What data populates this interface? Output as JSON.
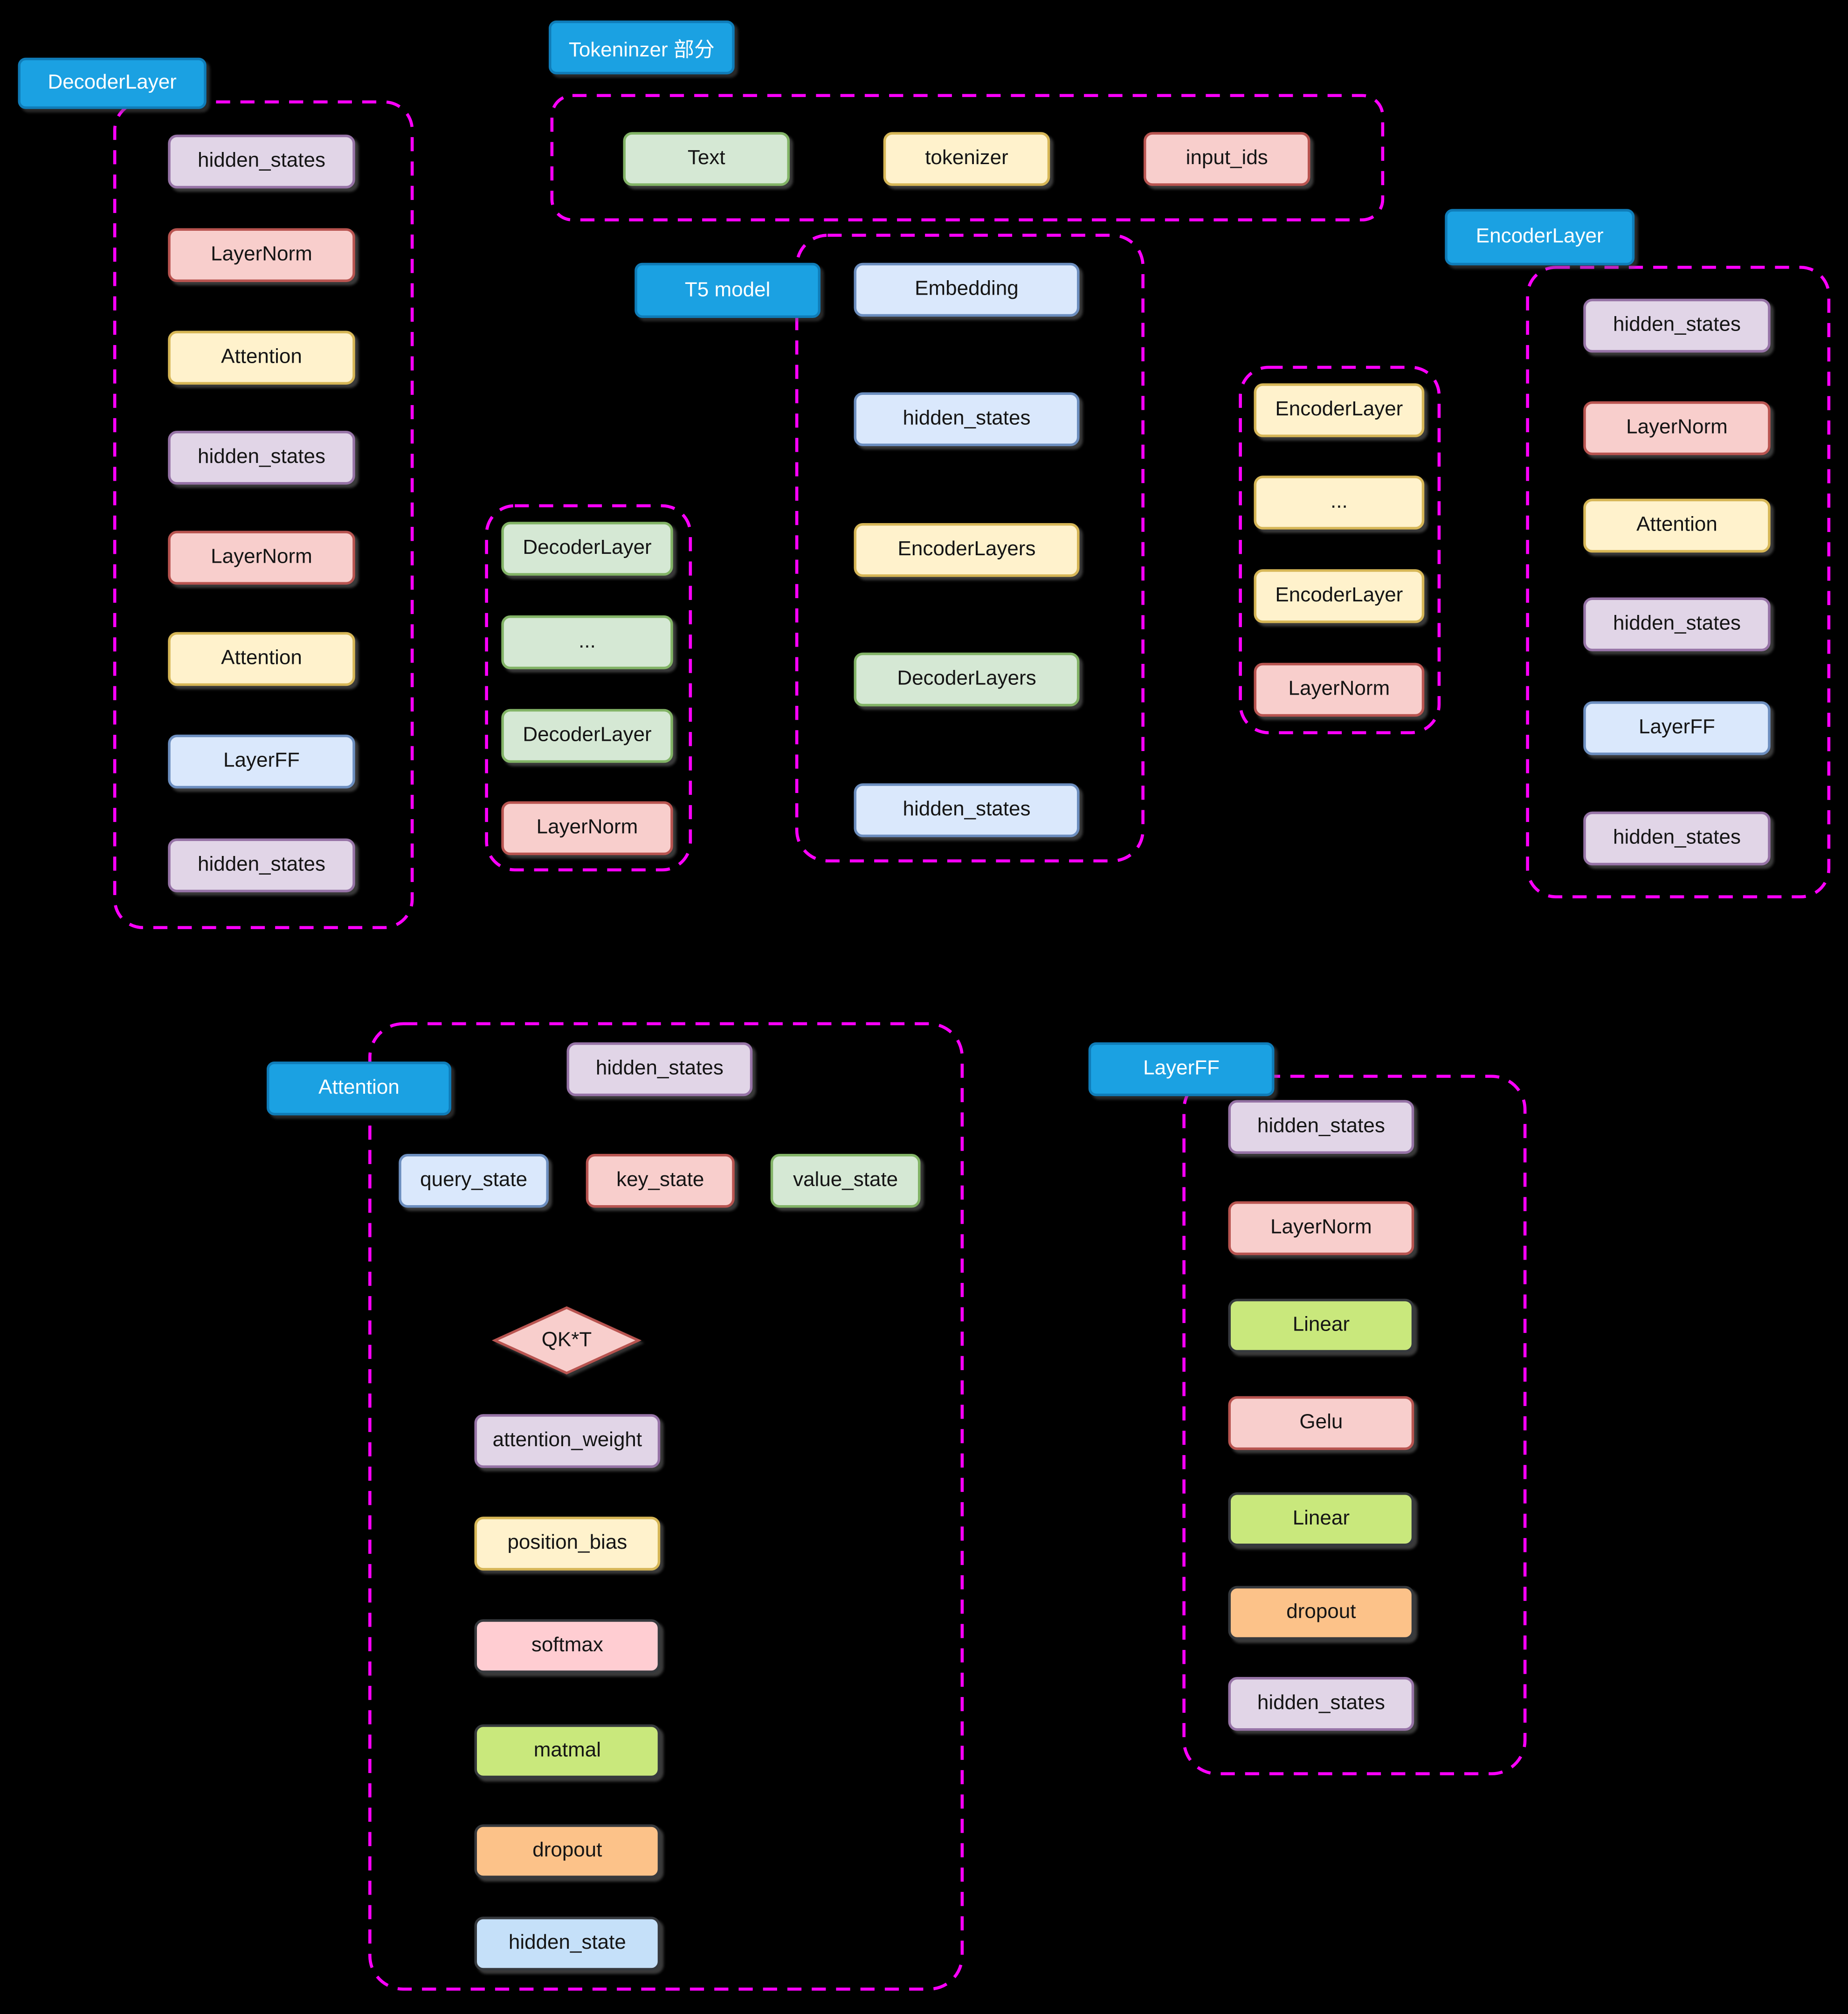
{
  "palette": {
    "tag_fill": "#1BA1E2",
    "tag_border": "#0F7CB8",
    "tag_text": "#FFFFFF",
    "outline_color": "#FF00FF",
    "background": "#000000",
    "styles": {
      "purple": {
        "fill": "#E1D5E7",
        "border": "#9673A6"
      },
      "red": {
        "fill": "#F8CECC",
        "border": "#B85450"
      },
      "yellow": {
        "fill": "#FFF2CC",
        "border": "#D6B656"
      },
      "blue": {
        "fill": "#DAE8FC",
        "border": "#6C8EBF"
      },
      "green": {
        "fill": "#D5E8D4",
        "border": "#82B366"
      },
      "lime": {
        "fill": "#C9E87C",
        "border": "#36393D"
      },
      "pink": {
        "fill": "#FFCDD2",
        "border": "#36393D"
      },
      "orange": {
        "fill": "#FCC289",
        "border": "#36393D"
      },
      "lightblue": {
        "fill": "#C5E0F9",
        "border": "#36393D"
      }
    }
  },
  "sections": {
    "decoder_layer": {
      "tag": "DecoderLayer",
      "items": [
        {
          "label": "hidden_states",
          "style": "purple"
        },
        {
          "label": "LayerNorm",
          "style": "red"
        },
        {
          "label": "Attention",
          "style": "yellow"
        },
        {
          "label": "hidden_states",
          "style": "purple"
        },
        {
          "label": "LayerNorm",
          "style": "red"
        },
        {
          "label": "Attention",
          "style": "yellow"
        },
        {
          "label": "LayerFF",
          "style": "blue"
        },
        {
          "label": "hidden_states",
          "style": "purple"
        }
      ]
    },
    "tokenizer": {
      "tag": "Tokeninzer 部分",
      "items": [
        {
          "label": "Text",
          "style": "green"
        },
        {
          "label": "tokenizer",
          "style": "yellow"
        },
        {
          "label": "input_ids",
          "style": "red"
        }
      ]
    },
    "t5_model": {
      "tag": "T5 model",
      "items": [
        {
          "label": "Embedding",
          "style": "blue"
        },
        {
          "label": "hidden_states",
          "style": "blue"
        },
        {
          "label": "EncoderLayers",
          "style": "yellow"
        },
        {
          "label": "DecoderLayers",
          "style": "green"
        },
        {
          "label": "hidden_states",
          "style": "blue"
        }
      ]
    },
    "decoder_stack": {
      "items": [
        {
          "label": "DecoderLayer",
          "style": "green"
        },
        {
          "label": "...",
          "style": "green"
        },
        {
          "label": "DecoderLayer",
          "style": "green"
        },
        {
          "label": "LayerNorm",
          "style": "red"
        }
      ]
    },
    "encoder_stack": {
      "items": [
        {
          "label": "EncoderLayer",
          "style": "yellow"
        },
        {
          "label": "...",
          "style": "yellow"
        },
        {
          "label": "EncoderLayer",
          "style": "yellow"
        },
        {
          "label": "LayerNorm",
          "style": "red"
        }
      ]
    },
    "encoder_layer": {
      "tag": "EncoderLayer",
      "items": [
        {
          "label": "hidden_states",
          "style": "purple"
        },
        {
          "label": "LayerNorm",
          "style": "red"
        },
        {
          "label": "Attention",
          "style": "yellow"
        },
        {
          "label": "hidden_states",
          "style": "purple"
        },
        {
          "label": "LayerFF",
          "style": "blue"
        },
        {
          "label": "hidden_states",
          "style": "purple"
        }
      ]
    },
    "attention": {
      "tag": "Attention",
      "input": {
        "label": "hidden_states",
        "style": "purple"
      },
      "qkv": [
        {
          "label": "query_state",
          "style": "blue"
        },
        {
          "label": "key_state",
          "style": "red"
        },
        {
          "label": "value_state",
          "style": "green"
        }
      ],
      "diamond": {
        "label": "QK*T",
        "style": "red"
      },
      "flow": [
        {
          "label": "attention_weight",
          "style": "purple"
        },
        {
          "label": "position_bias",
          "style": "yellow"
        },
        {
          "label": "softmax",
          "style": "pink"
        },
        {
          "label": "matmal",
          "style": "lime"
        },
        {
          "label": "dropout",
          "style": "orange"
        },
        {
          "label": "hidden_state",
          "style": "lightblue"
        }
      ]
    },
    "layer_ff": {
      "tag": "LayerFF",
      "items": [
        {
          "label": "hidden_states",
          "style": "purple"
        },
        {
          "label": "LayerNorm",
          "style": "red"
        },
        {
          "label": "Linear",
          "style": "lime"
        },
        {
          "label": "Gelu",
          "style": "red"
        },
        {
          "label": "Linear",
          "style": "lime"
        },
        {
          "label": "dropout",
          "style": "orange"
        },
        {
          "label": "hidden_states",
          "style": "purple"
        }
      ]
    }
  }
}
